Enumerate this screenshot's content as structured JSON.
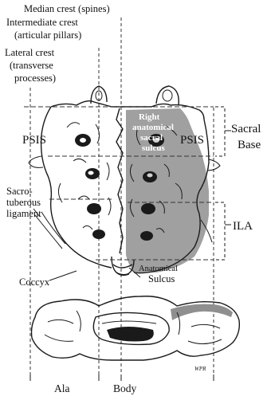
{
  "labels": {
    "median_crest": "Median crest (spines)",
    "intermediate_crest_1": "Intermediate crest",
    "intermediate_crest_2": "(articular pillars)",
    "lateral_crest_1": "Lateral crest",
    "lateral_crest_2": "(transverse",
    "lateral_crest_3": "processes)",
    "psis_left": "PSIS",
    "psis_right": "PSIS",
    "right_sulcus_1": "Right",
    "right_sulcus_2": "anatomical",
    "right_sulcus_3": "sacral",
    "right_sulcus_4": "sulcus",
    "sacral_base_1": "Sacral",
    "sacral_base_2": "Base",
    "sacrotuberous_1": "Sacro-",
    "sacrotuberous_2": "tuberous",
    "sacrotuberous_3": "ligament",
    "ila": "ILA",
    "anatomical_sulcus_1": "Anatomical",
    "anatomical_sulcus_2": "Sulcus",
    "coccyx": "Coccyx",
    "ala": "Ala",
    "body": "Body",
    "signature": "WPR"
  },
  "colors": {
    "ink": "#1a1a1a",
    "shading": "#8f8f8f",
    "background": "#ffffff"
  }
}
